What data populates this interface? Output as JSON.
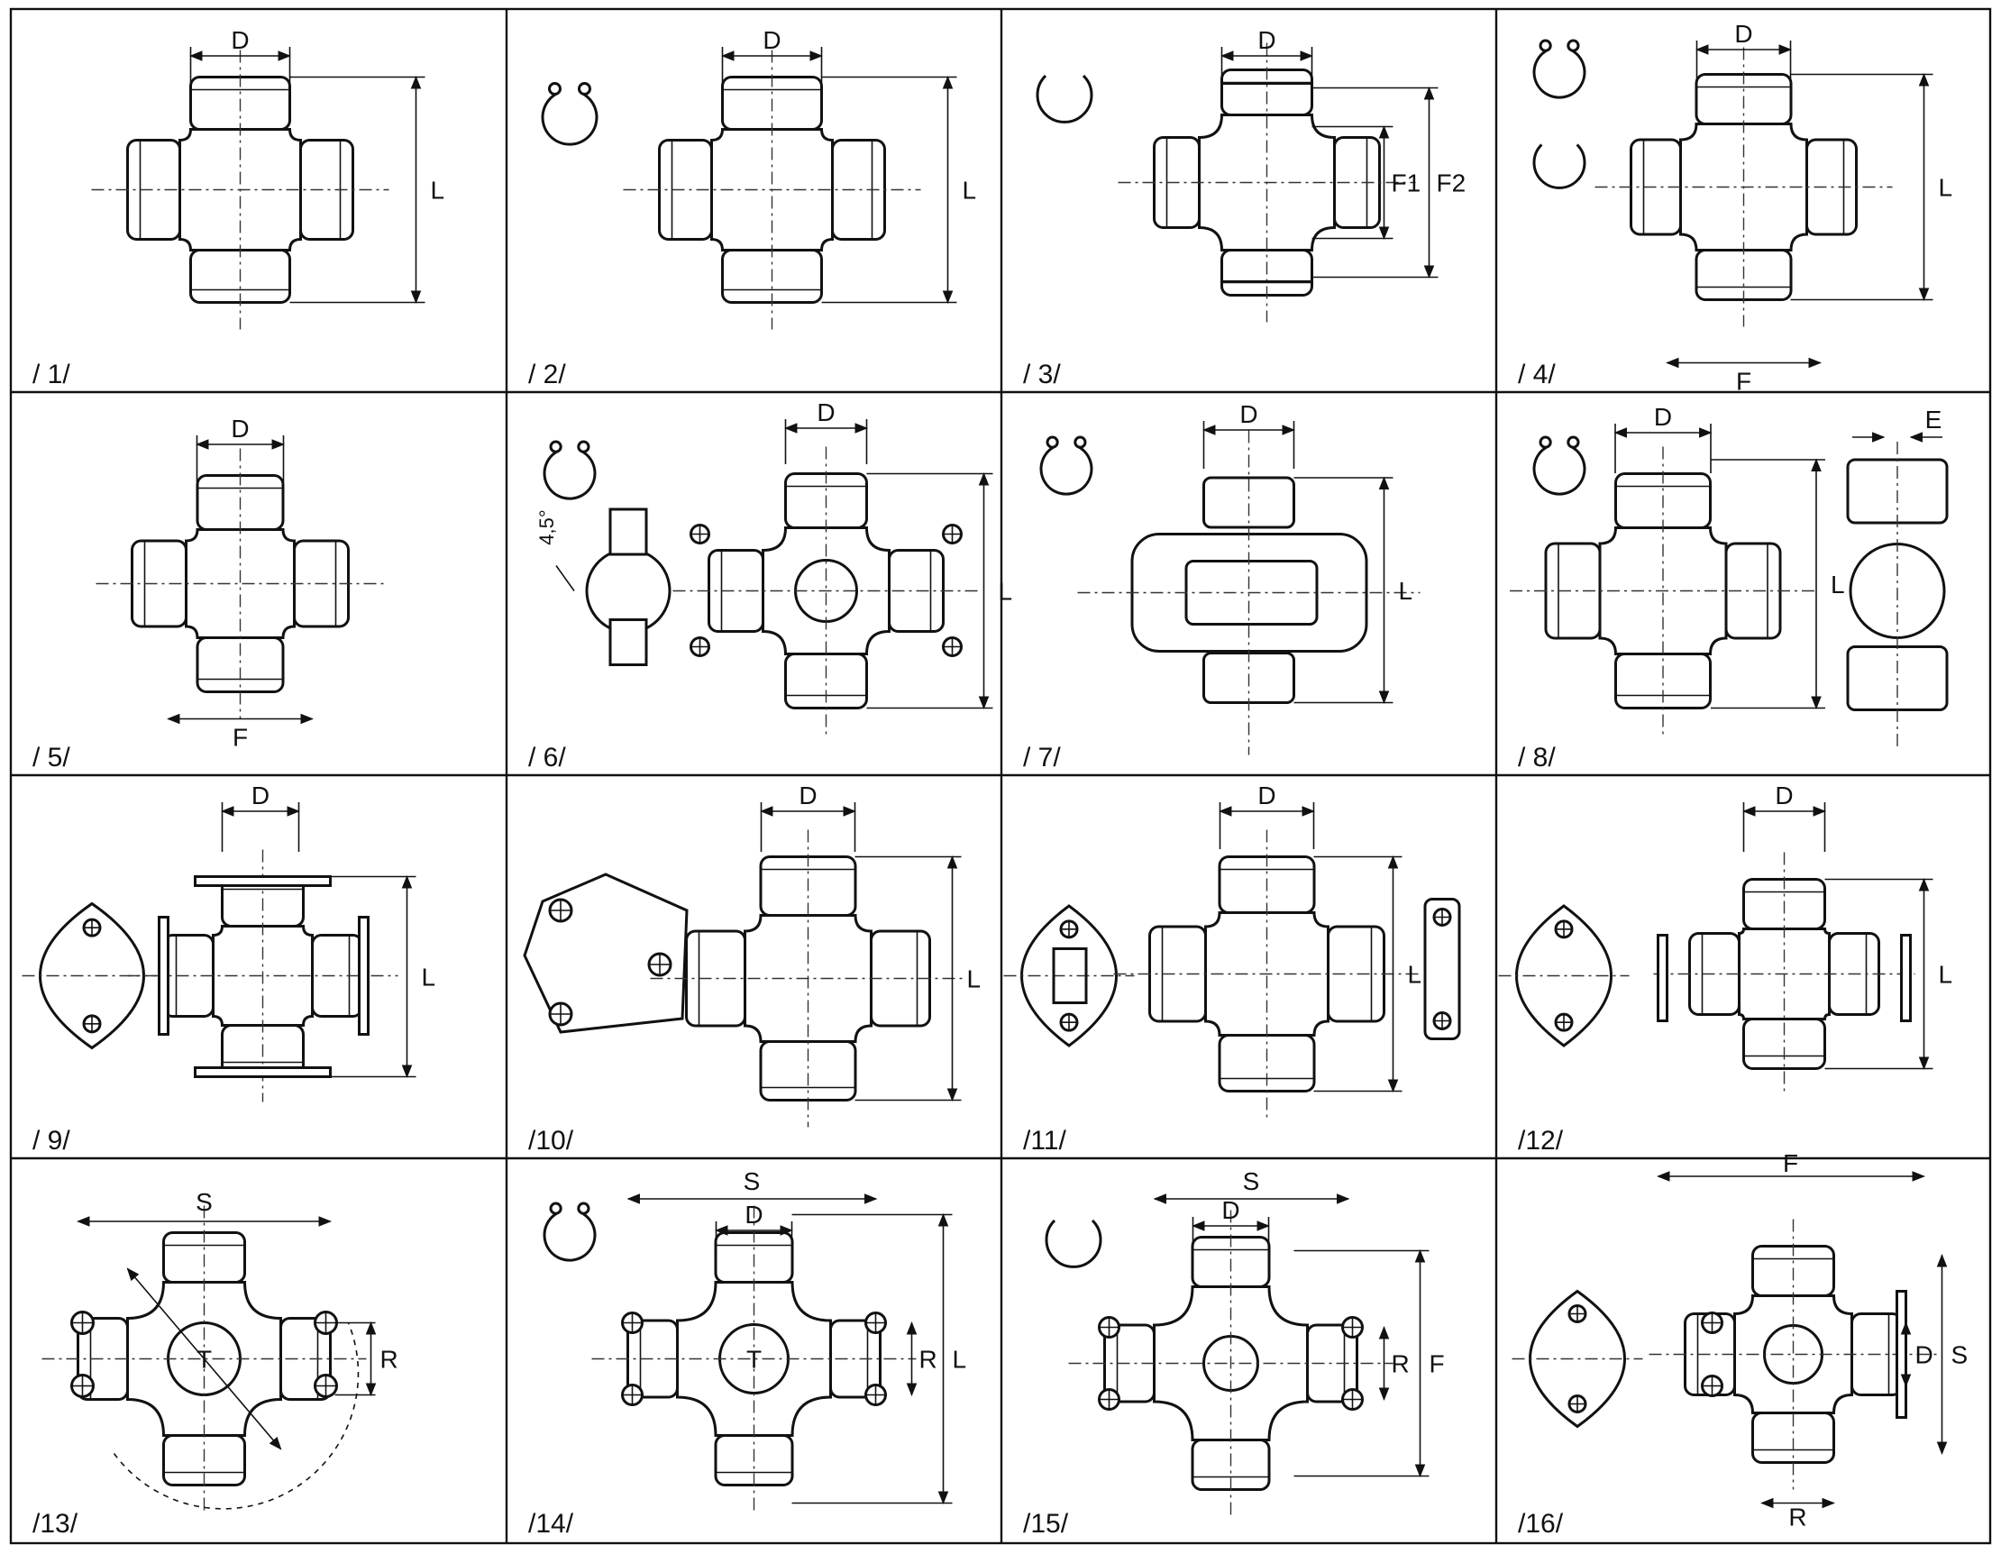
{
  "sheet": {
    "cells": [
      {
        "label": "/ 1/",
        "dims": [
          "D",
          "L"
        ]
      },
      {
        "label": "/ 2/",
        "dims": [
          "D",
          "L"
        ]
      },
      {
        "label": "/ 3/",
        "dims": [
          "D",
          "F1",
          "F2"
        ]
      },
      {
        "label": "/ 4/",
        "dims": [
          "D",
          "L",
          "F"
        ]
      },
      {
        "label": "/ 5/",
        "dims": [
          "D",
          "F"
        ]
      },
      {
        "label": "/ 6/",
        "dims": [
          "D",
          "L",
          "4,5°"
        ]
      },
      {
        "label": "/ 7/",
        "dims": [
          "D",
          "L"
        ]
      },
      {
        "label": "/ 8/",
        "dims": [
          "D",
          "L",
          "E"
        ]
      },
      {
        "label": "/ 9/",
        "dims": [
          "D",
          "L"
        ]
      },
      {
        "label": "/10/",
        "dims": [
          "D",
          "L"
        ]
      },
      {
        "label": "/11/",
        "dims": [
          "D",
          "L"
        ]
      },
      {
        "label": "/12/",
        "dims": [
          "D",
          "L"
        ]
      },
      {
        "label": "/13/",
        "dims": [
          "S",
          "R",
          "T"
        ]
      },
      {
        "label": "/14/",
        "dims": [
          "S",
          "D",
          "R",
          "L",
          "T"
        ]
      },
      {
        "label": "/15/",
        "dims": [
          "S",
          "D",
          "R",
          "F"
        ]
      },
      {
        "label": "/16/",
        "dims": [
          "F",
          "D",
          "S",
          "R"
        ]
      }
    ]
  }
}
